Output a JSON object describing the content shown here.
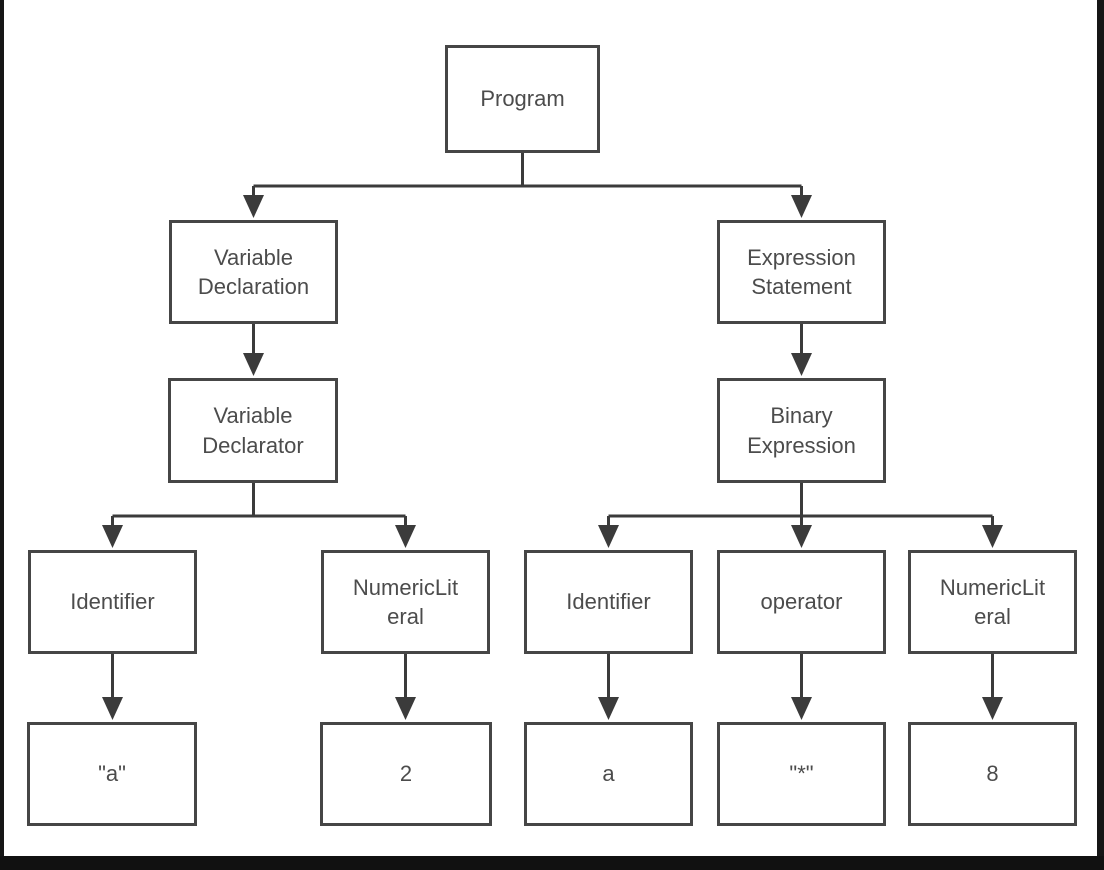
{
  "diagram": {
    "kind": "tree-flowchart",
    "nodes": {
      "program": {
        "label": "Program"
      },
      "variable_declaration": {
        "label": "Variable\nDeclaration"
      },
      "expression_statement": {
        "label": "Expression\nStatement"
      },
      "variable_declarator": {
        "label": "Variable\nDeclarator"
      },
      "binary_expression": {
        "label": "Binary\nExpression"
      },
      "identifier_left": {
        "label": "Identifier"
      },
      "numeric_literal_left": {
        "label": "NumericLit\neral"
      },
      "identifier_right": {
        "label": "Identifier"
      },
      "operator": {
        "label": "operator"
      },
      "numeric_literal_right": {
        "label": "NumericLit\neral"
      },
      "value_a_quoted": {
        "label": "\"a\""
      },
      "value_2": {
        "label": "2"
      },
      "value_a": {
        "label": "a"
      },
      "value_star": {
        "label": "\"*\""
      },
      "value_8": {
        "label": "8"
      }
    },
    "edges": [
      [
        "program",
        "variable_declaration"
      ],
      [
        "program",
        "expression_statement"
      ],
      [
        "variable_declaration",
        "variable_declarator"
      ],
      [
        "variable_declarator",
        "identifier_left"
      ],
      [
        "variable_declarator",
        "numeric_literal_left"
      ],
      [
        "identifier_left",
        "value_a_quoted"
      ],
      [
        "numeric_literal_left",
        "value_2"
      ],
      [
        "expression_statement",
        "binary_expression"
      ],
      [
        "binary_expression",
        "identifier_right"
      ],
      [
        "binary_expression",
        "operator"
      ],
      [
        "binary_expression",
        "numeric_literal_right"
      ],
      [
        "identifier_right",
        "value_a"
      ],
      [
        "operator",
        "value_star"
      ],
      [
        "numeric_literal_right",
        "value_8"
      ]
    ],
    "colors": {
      "line": "#3b3b3b",
      "box_border": "#464646",
      "text": "#4c4c4c",
      "background": "#ffffff",
      "frame": "#161616"
    }
  }
}
